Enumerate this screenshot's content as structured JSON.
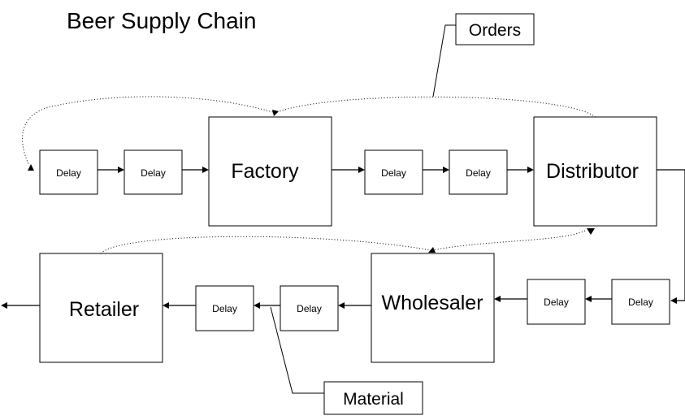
{
  "title": "Beer Supply Chain",
  "nodes": {
    "factory": "Factory",
    "distributor": "Distributor",
    "wholesaler": "Wholesaler",
    "retailer": "Retailer"
  },
  "delays": {
    "d1": "Delay",
    "d2": "Delay",
    "d3": "Delay",
    "d4": "Delay",
    "d5": "Delay",
    "d6": "Delay",
    "d7": "Delay",
    "d8": "Delay"
  },
  "callouts": {
    "orders": "Orders",
    "material": "Material"
  }
}
